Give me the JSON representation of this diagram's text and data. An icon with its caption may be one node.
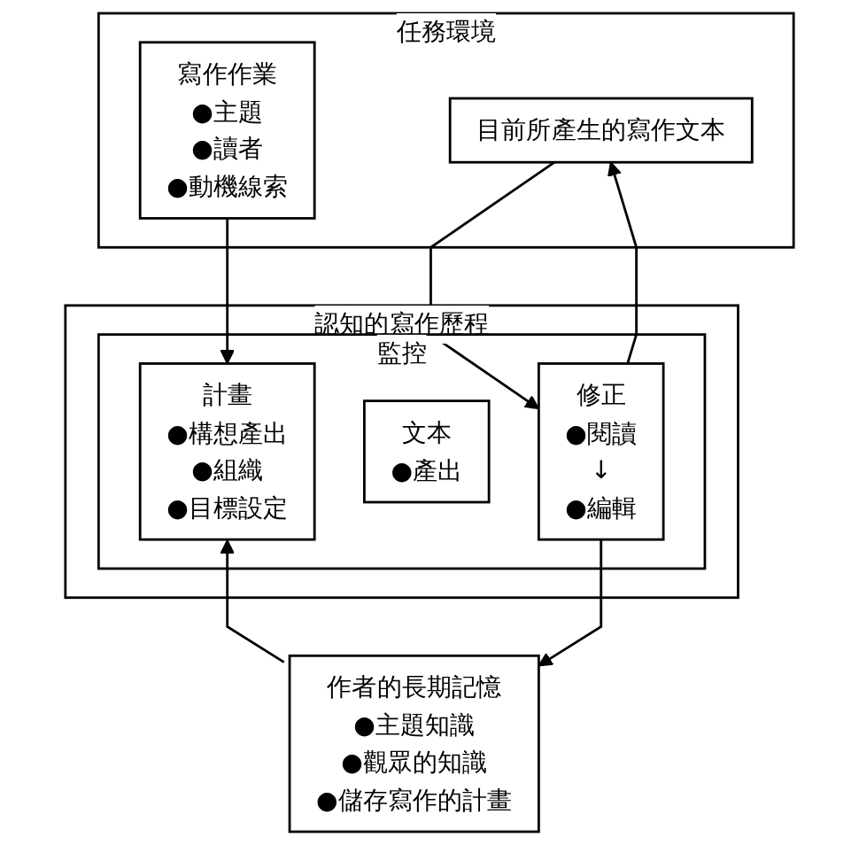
{
  "diagram": {
    "nodes": [
      {
        "text": [
          "任務環境"
        ]
      },
      {
        "text": [
          "寫作作業",
          "●主題",
          "●讀者",
          "●動機線索"
        ],
        "in": 0
      },
      {
        "text": [
          "目前所產生的寫作文本"
        ],
        "in": 0
      },
      {
        "text": [
          "認知的寫作歷程"
        ]
      },
      {
        "text": [
          "監控"
        ],
        "in": 3
      },
      {
        "text": [
          "計畫",
          "●構想產出",
          "●組織",
          "●目標設定"
        ],
        "in": 4
      },
      {
        "text": [
          "文本",
          "●產出"
        ],
        "in": 4
      },
      {
        "text": [
          "修正",
          "●閱讀",
          "↓",
          "●編輯"
        ],
        "in": 4
      },
      {
        "text": [
          "作者的長期記憶",
          "●主題知識",
          "●觀眾的知識",
          "●儲存寫作的計畫"
        ]
      }
    ],
    "edges": [
      {
        "from": 1,
        "to": 5,
        "arrow": "to"
      },
      {
        "from": 7,
        "to": 2,
        "arrow": "to"
      },
      {
        "from": 2,
        "to": 7,
        "arrow": "to"
      },
      {
        "from": 8,
        "to": 5,
        "arrow": "to"
      },
      {
        "from": 7,
        "to": 8,
        "arrow": "to"
      }
    ]
  }
}
